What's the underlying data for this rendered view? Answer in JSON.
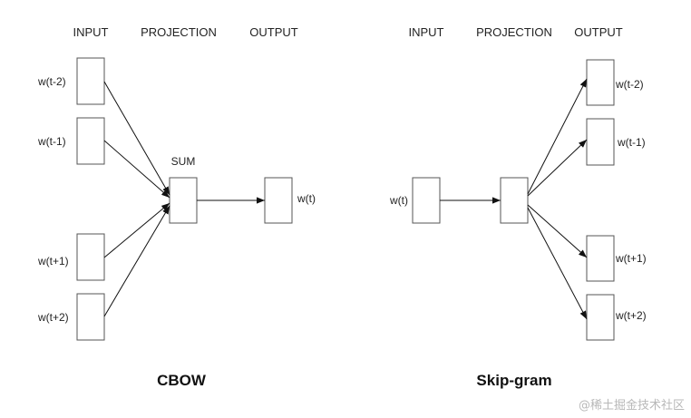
{
  "cbow": {
    "headers": {
      "input": "INPUT",
      "projection": "PROJECTION",
      "output": "OUTPUT"
    },
    "inputs": [
      "w(t-2)",
      "w(t-1)",
      "w(t+1)",
      "w(t+2)"
    ],
    "projection_label": "SUM",
    "output": "w(t)",
    "title": "CBOW"
  },
  "skipgram": {
    "headers": {
      "input": "INPUT",
      "projection": "PROJECTION",
      "output": "OUTPUT"
    },
    "input": "w(t)",
    "outputs": [
      "w(t-2)",
      "w(t-1)",
      "w(t+1)",
      "w(t+2)"
    ],
    "title": "Skip-gram"
  },
  "watermark": "@稀土掘金技术社区"
}
